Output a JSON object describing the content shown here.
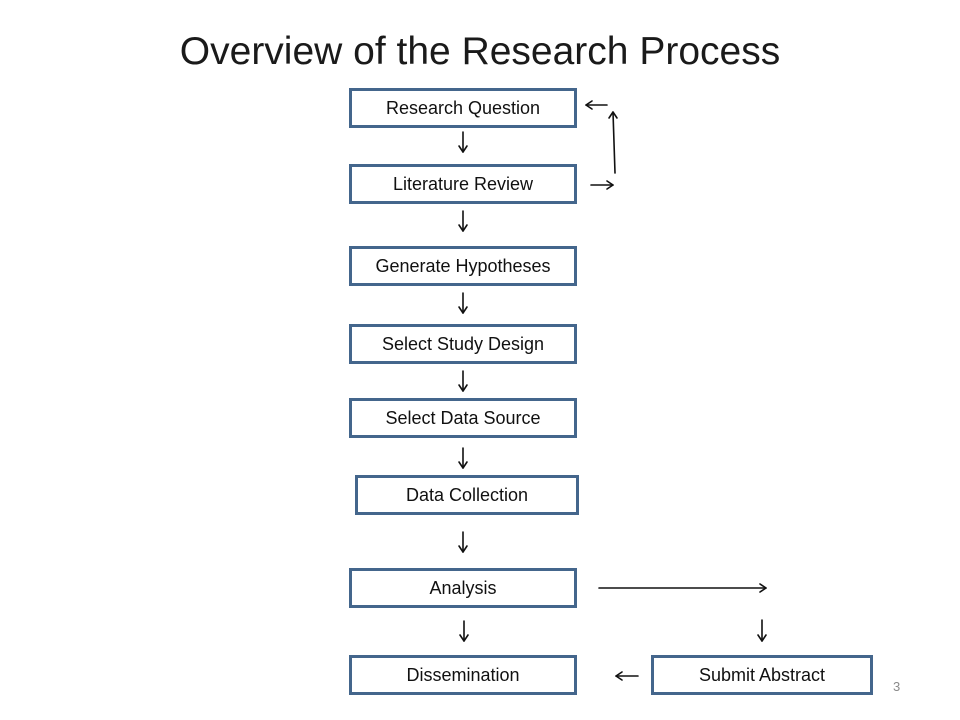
{
  "title": "Overview of the Research Process",
  "accent_color": "#44668c",
  "steps": {
    "research_question": "Research Question",
    "literature_review": "Literature Review",
    "generate_hypotheses": "Generate Hypotheses",
    "select_study_design": "Select Study Design",
    "select_data_source": "Select Data Source",
    "data_collection": "Data Collection",
    "analysis": "Analysis",
    "dissemination": "Dissemination",
    "submit_abstract": "Submit Abstract"
  },
  "page_number": "3"
}
